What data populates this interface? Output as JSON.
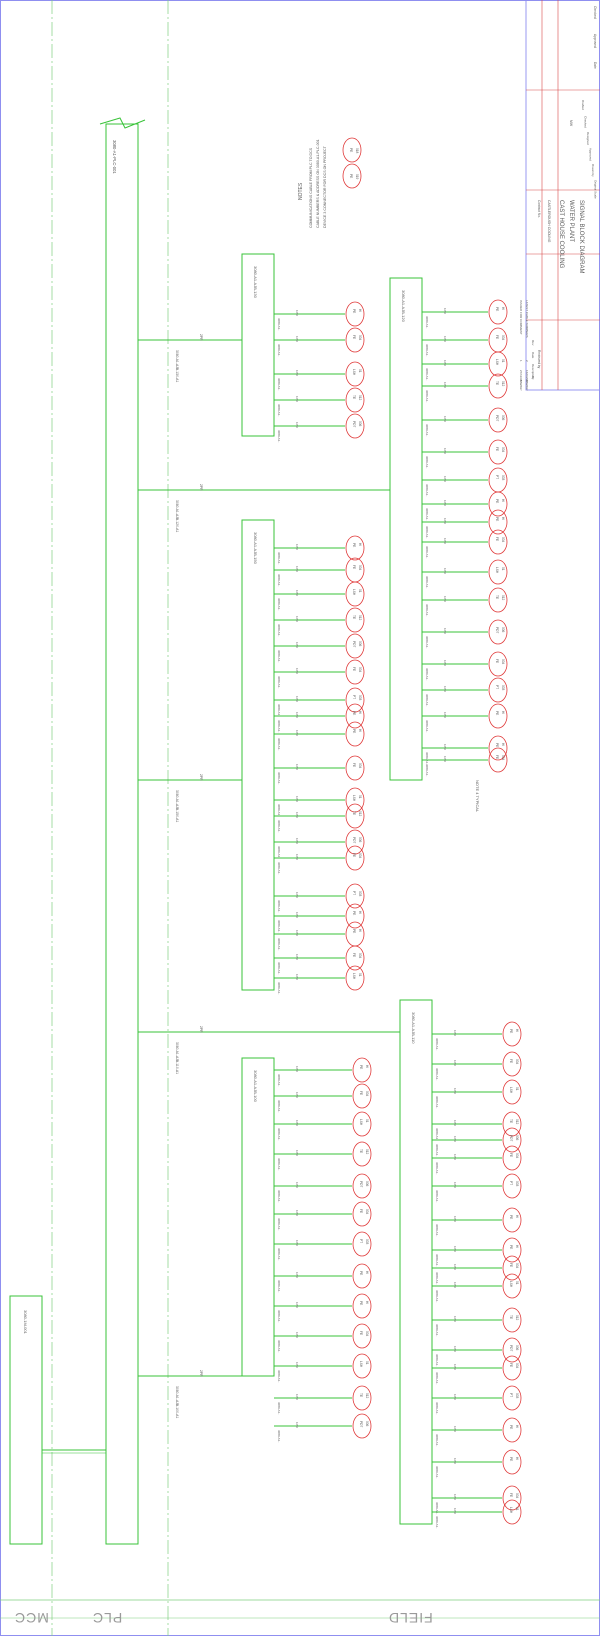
{
  "colors": {
    "line": "#39c339",
    "device": "#e03a3a",
    "text": "#5a5a5a",
    "border": "#8f8ff0",
    "title_red": "#d84a4a",
    "zone_line": "#7fcf7f"
  },
  "zones": {
    "mcc": "MCC",
    "plc": "PLC",
    "field": "FIELD"
  },
  "mcc_panel": "3080-1M-001",
  "plc_panel": "3080-A1-PLC-001",
  "notes": {
    "heading": "NOTES",
    "lines": [
      "COMMUNICATIONS CABLE FROM PLC TO DCS",
      "CABLE NUMBERS & ADDRESS ON 3080-A1-PLC-001",
      "DEVICE 3 CONNECTOR FOR DCS ON PROJECT"
    ]
  },
  "junction_boxes": [
    {
      "id": "3080-A1-AJB-130",
      "trunk_label": "3080-A1-AJB-130-A1",
      "pair_label": "2PR"
    },
    {
      "id": "3080-A1-AJB-120",
      "trunk_label": "3080-A1-AJB-120-A1",
      "pair_label": "2PR"
    },
    {
      "id": "3080-A1-AJB-150",
      "trunk_label": "3080-A1-AJB-150-A1",
      "pair_label": "2PR"
    },
    {
      "id": "3080-A1-AJB-110",
      "trunk_label": "3080-A1-AJB-110-A1",
      "pair_label": "2PR"
    },
    {
      "id": "3080-A1-AJB-100",
      "trunk_label": "3080-A1-AJB-100-A1",
      "pair_label": "2PR"
    }
  ],
  "branch_cable_prefix": "3080-A1-",
  "branch_pair_label": "1PR",
  "device_labels": [
    "PE\nHI",
    "FE\n004",
    "LSH\n01",
    "TE\n012",
    "PDT\n006",
    "FE\n004",
    "PT\n003",
    "PE\nHI"
  ],
  "typical_note": "NOTE 4 TYPICAL",
  "title_block": {
    "revisions": [
      {
        "rev": "1",
        "date": "27/11/98",
        "description": "ISSUED FOR COMMENT",
        "by": "MW/GP"
      },
      {
        "rev": "2",
        "date": "16/03/99",
        "description": "LATEST CABLE NUMBERS",
        "by": "MW/GP"
      }
    ],
    "rev_headers": [
      "Rev",
      "Date",
      "Description",
      "By"
    ],
    "sign_headers": [
      "Checked",
      "Approved",
      "Date"
    ],
    "roles": [
      "Drafted",
      "Checked",
      "Designed",
      "Approved",
      "Drawn by",
      "Original Scale"
    ],
    "drawn_by": "MW",
    "contract_label": "Contract No.",
    "client": "CASTLEROUGH COOLING",
    "title_line1": "CAST HOUSE COOLING",
    "title_line2": "WATER PLANT",
    "title_line3": "SIGNAL BLOCK DIAGRAM",
    "drawing_label": "Reviewed by"
  }
}
